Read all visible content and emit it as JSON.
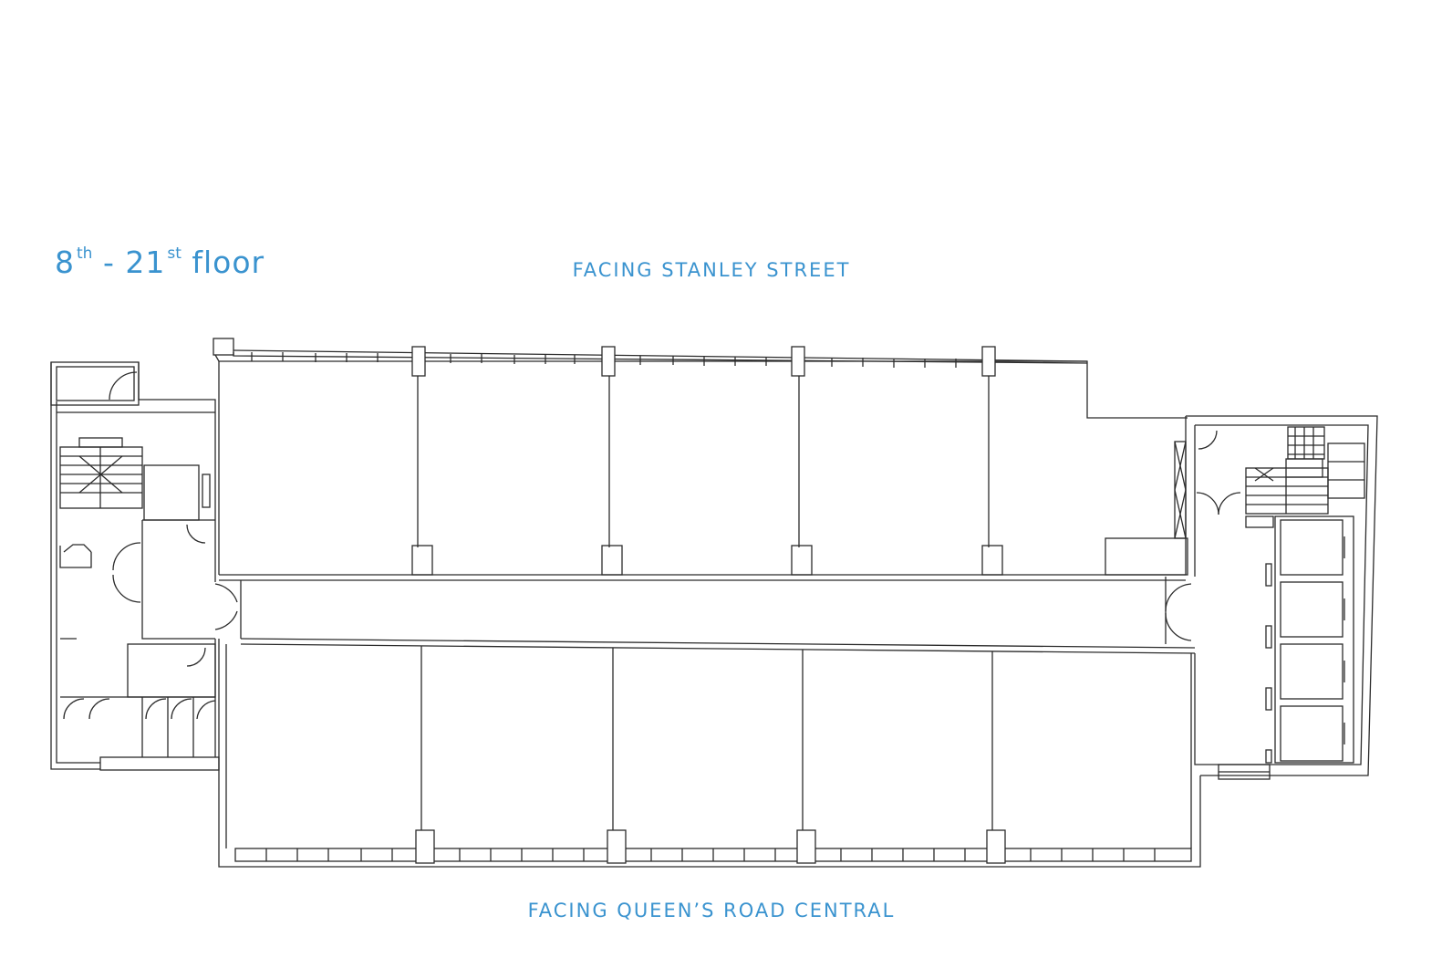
{
  "title": {
    "floor_start": "8",
    "start_suffix": "th",
    "separator": " - ",
    "floor_end": "21",
    "end_suffix": "st",
    "word": " floor"
  },
  "labels": {
    "top_street": "FACING STANLEY STREET",
    "bottom_street": "FACING QUEEN’S ROAD CENTRAL"
  }
}
